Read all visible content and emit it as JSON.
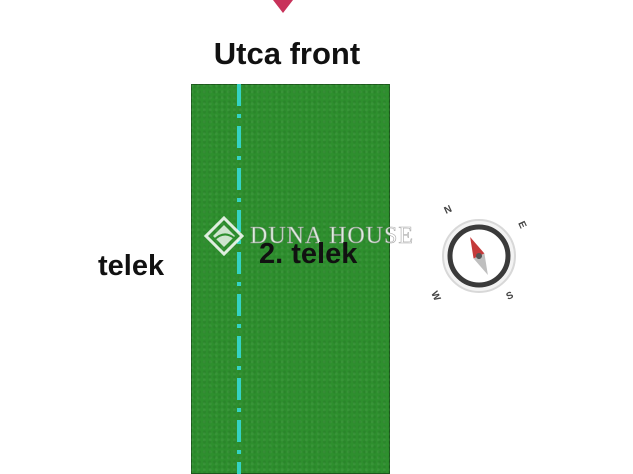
{
  "street_front_label": "Utca front",
  "plot_left_label": "telek",
  "plot_right_label": "2. telek",
  "watermark_text": "DUNA HOUSE",
  "compass": {
    "north": "N",
    "east": "E",
    "south": "S",
    "west": "W"
  },
  "colors": {
    "plot_green": "#2e8f2e",
    "divider_teal": "#34d3c4",
    "pin_red": "#c8325a",
    "compass_needle_red": "#c43a3a"
  },
  "icons": [
    "location-pin-icon",
    "duna-house-logo-icon",
    "compass-icon"
  ]
}
